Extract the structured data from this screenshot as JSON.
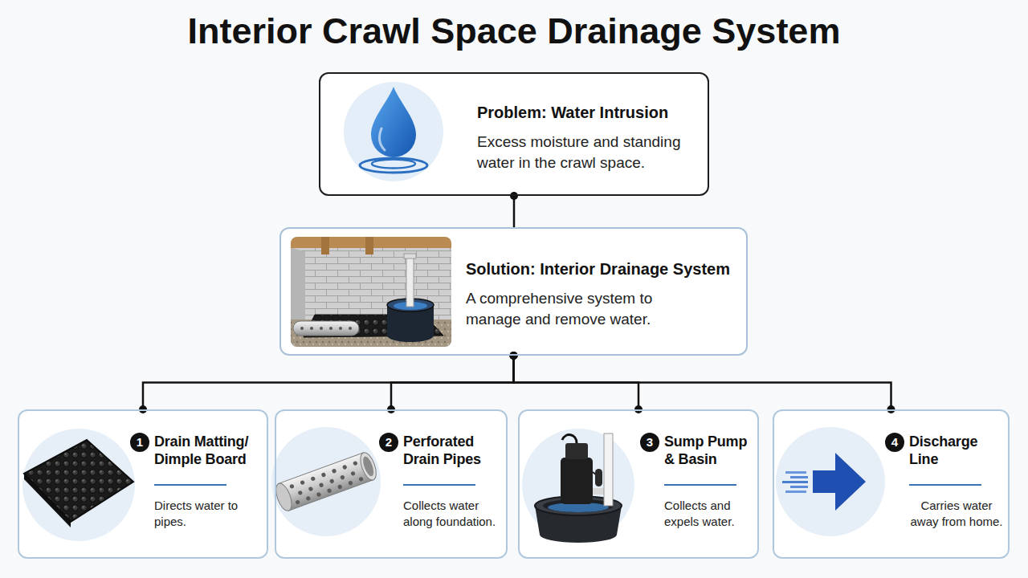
{
  "diagram": {
    "title": "Interior Crawl Space Drainage System",
    "nodes": [
      {
        "text": [
          "Problem: Water Intrusion",
          "Excess moisture and standing water in the crawl space."
        ]
      },
      {
        "text": [
          "Solution: Interior Drainage System",
          "A comprehensive system to manage and remove water."
        ]
      },
      {
        "text": [
          "Drain Matting/ Dimple Board",
          "Directs water to pipes."
        ]
      },
      {
        "text": [
          "Perforated Drain Pipes",
          "Collects water along foundation."
        ]
      },
      {
        "text": [
          "Sump Pump & Basin",
          "Collects and expels water."
        ]
      },
      {
        "text": [
          "Discharge Line",
          "Carries water away from home."
        ]
      }
    ],
    "edges": [
      {
        "from": 0,
        "to": 1,
        "arrow": "none"
      },
      {
        "from": 1,
        "to": 2,
        "arrow": "none"
      },
      {
        "from": 1,
        "to": 3,
        "arrow": "none"
      },
      {
        "from": 1,
        "to": 4,
        "arrow": "none"
      },
      {
        "from": 1,
        "to": 5,
        "arrow": "none"
      }
    ],
    "labels": [
      "1",
      "2",
      "3",
      "4"
    ]
  }
}
